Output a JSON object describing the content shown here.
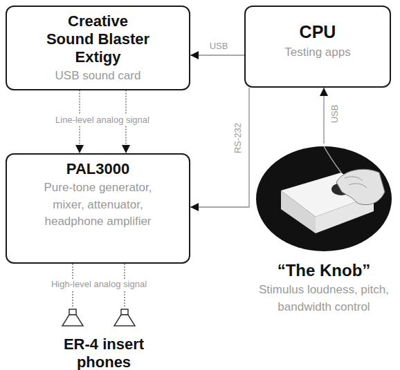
{
  "diagram": {
    "nodes": [
      {
        "text": [
          "Creative Sound Blaster Extigy",
          "USB sound card"
        ]
      },
      {
        "text": [
          "CPU",
          "Testing apps"
        ]
      },
      {
        "text": [
          "PAL3000",
          "Pure-tone generator, mixer, attenuator, headphone amplifier"
        ]
      },
      {
        "text": [
          "“The Knob”",
          "Stimulus loudness, pitch, bandwidth control"
        ]
      },
      {
        "text": [
          "ER-4 insert phones"
        ]
      }
    ],
    "edges": [
      {
        "from": 1,
        "to": 0,
        "label": "USB",
        "arrow": "to"
      },
      {
        "from": 1,
        "to": 2,
        "label": "RS-232",
        "arrow": "to"
      },
      {
        "from": 0,
        "to": 2,
        "label": "Line-level analog signal",
        "arrow": "to"
      },
      {
        "from": 0,
        "to": 2,
        "arrow": "to"
      },
      {
        "from": 3,
        "to": 1,
        "label": "USB",
        "arrow": "to"
      },
      {
        "from": 2,
        "to": 4,
        "label": "High-level analog signal",
        "arrow": "none"
      },
      {
        "from": 2,
        "to": 4,
        "arrow": "none"
      }
    ]
  }
}
